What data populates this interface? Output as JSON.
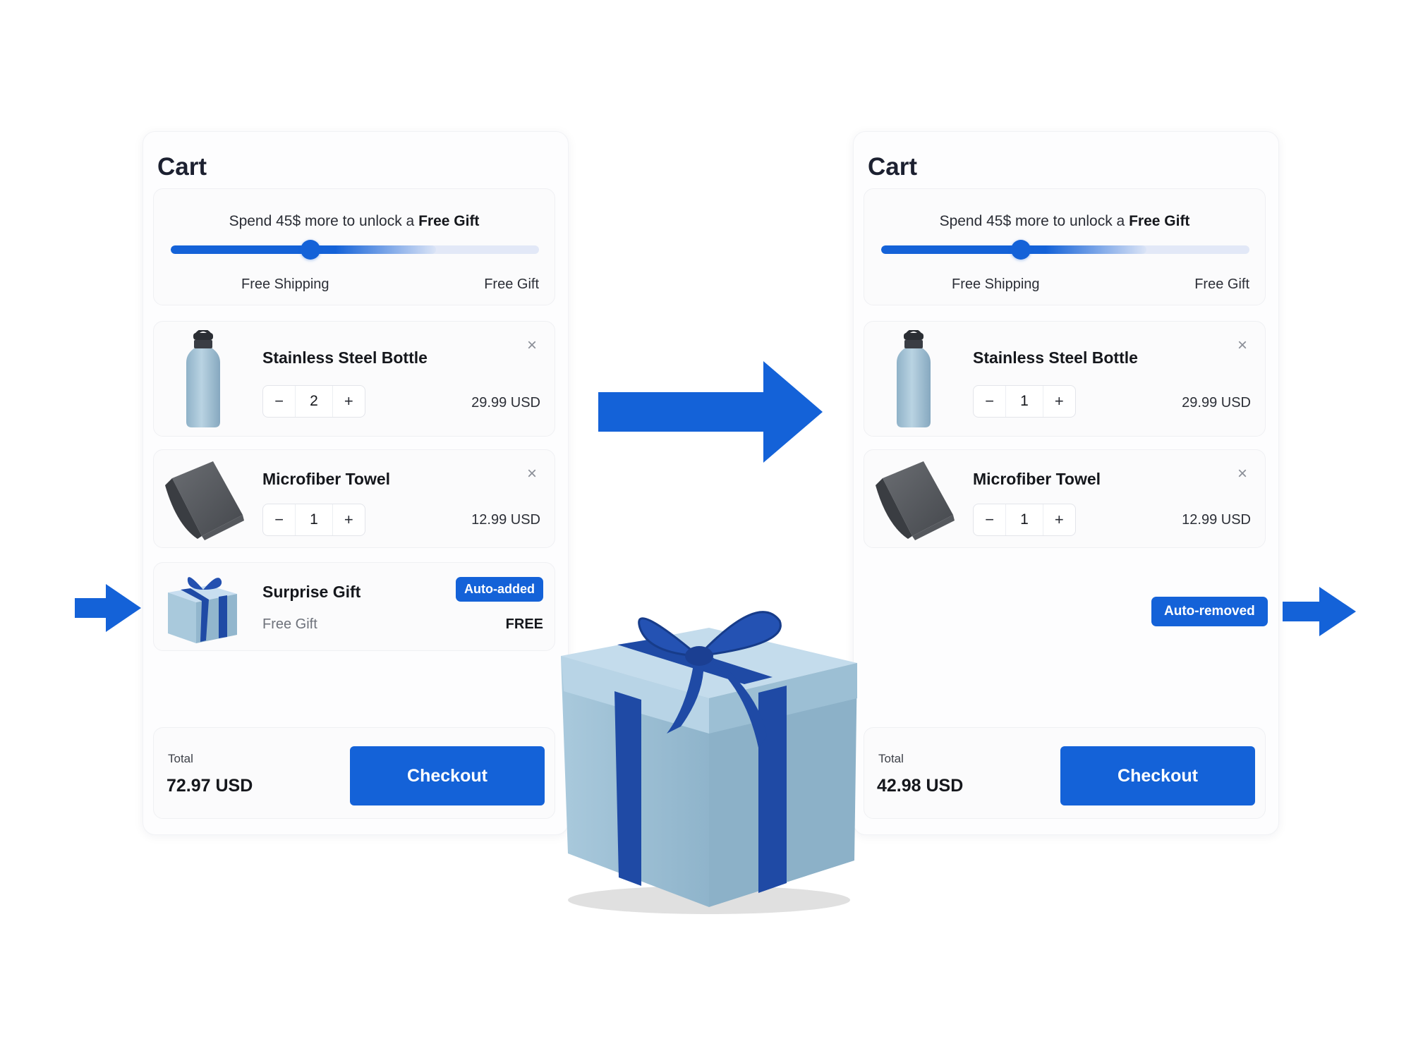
{
  "colors": {
    "accent": "#1462d8",
    "box": "#9fc3d8",
    "ribbon": "#1f4aa5"
  },
  "carts": {
    "left": {
      "title": "Cart",
      "progress_text_prefix": "Spend 45$ more to unlock a ",
      "progress_text_bold": "Free Gift",
      "progress": 0.38,
      "milestones": {
        "shipping": "Free Shipping",
        "gift": "Free Gift"
      },
      "items": [
        {
          "name": "Stainless Steel Bottle",
          "quantity": "2",
          "price": "29.99 USD",
          "icon": "bottle-icon"
        },
        {
          "name": "Microfiber Towel",
          "quantity": "1",
          "price": "12.99 USD",
          "icon": "towel-icon"
        }
      ],
      "gift": {
        "name": "Surprise Gift",
        "subtitle": "Free Gift",
        "price": "FREE",
        "badge": "Auto-added"
      },
      "total_label": "Total",
      "total_value": "72.97 USD",
      "checkout_label": "Checkout"
    },
    "right": {
      "title": "Cart",
      "progress_text_prefix": "Spend 45$ more to unlock a ",
      "progress_text_bold": "Free Gift",
      "progress": 0.38,
      "milestones": {
        "shipping": "Free Shipping",
        "gift": "Free Gift"
      },
      "items": [
        {
          "name": "Stainless Steel Bottle",
          "quantity": "1",
          "price": "29.99 USD",
          "icon": "bottle-icon"
        },
        {
          "name": "Microfiber Towel",
          "quantity": "1",
          "price": "12.99 USD",
          "icon": "towel-icon"
        }
      ],
      "removed_badge": "Auto-removed",
      "total_label": "Total",
      "total_value": "42.98 USD",
      "checkout_label": "Checkout"
    }
  },
  "stepper": {
    "minus": "−",
    "plus": "+",
    "remove": "×"
  }
}
